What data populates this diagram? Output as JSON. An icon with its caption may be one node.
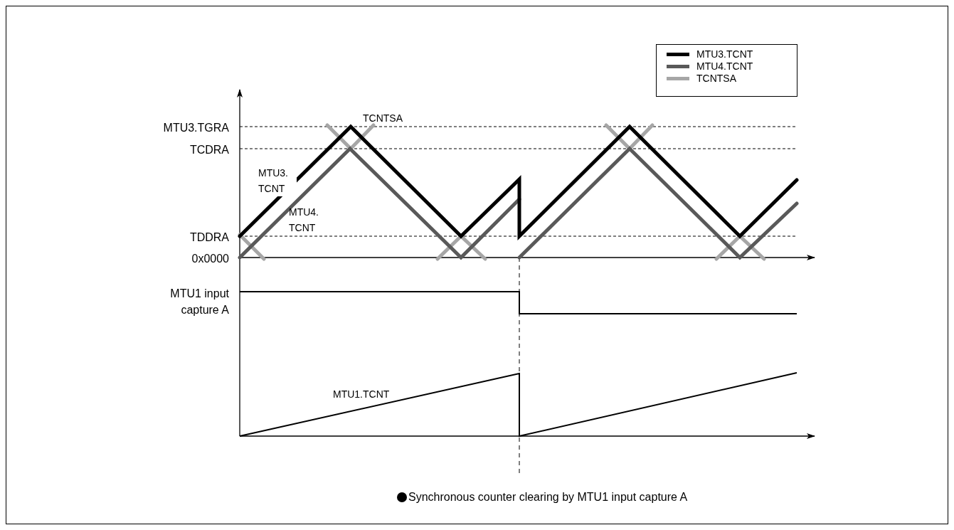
{
  "diagram": {
    "caption": "Synchronous counter clearing by MTU1 input capture A",
    "labels": [
      "TCNTSA",
      "MTU3.TGRA",
      "TCDRA",
      "MTU3. TCNT",
      "MTU4. TCNT",
      "TDDRA",
      "0x0000",
      "MTU1 input capture A",
      "MTU1.TCNT"
    ],
    "legend": [
      {
        "text": "MTU3.TCNT"
      },
      {
        "text": "MTU4.TCNT"
      },
      {
        "text": "TCNTSA"
      }
    ]
  }
}
